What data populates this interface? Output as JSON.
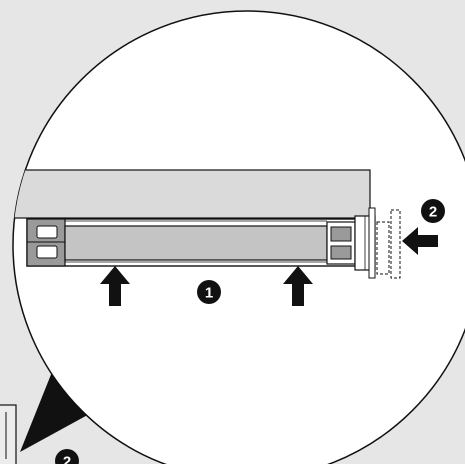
{
  "figure": {
    "kind": "hardware installation illustration (magnified detail)",
    "colors": {
      "background": "#e6e6e6",
      "magnifier_fill": "#ffffff",
      "outline": "#111111",
      "panel_gray": "#dadada",
      "tray_gray": "#c4c4c4",
      "callout_fill": "#111111",
      "callout_text": "#ffffff"
    }
  },
  "callouts": [
    {
      "id": "step-1",
      "label": "1"
    },
    {
      "id": "step-2",
      "label": "2"
    },
    {
      "id": "step-3",
      "label": "2"
    }
  ],
  "arrows": [
    {
      "id": "push-up-left",
      "direction": "up"
    },
    {
      "id": "push-up-right",
      "direction": "up"
    },
    {
      "id": "push-left",
      "direction": "left"
    }
  ]
}
